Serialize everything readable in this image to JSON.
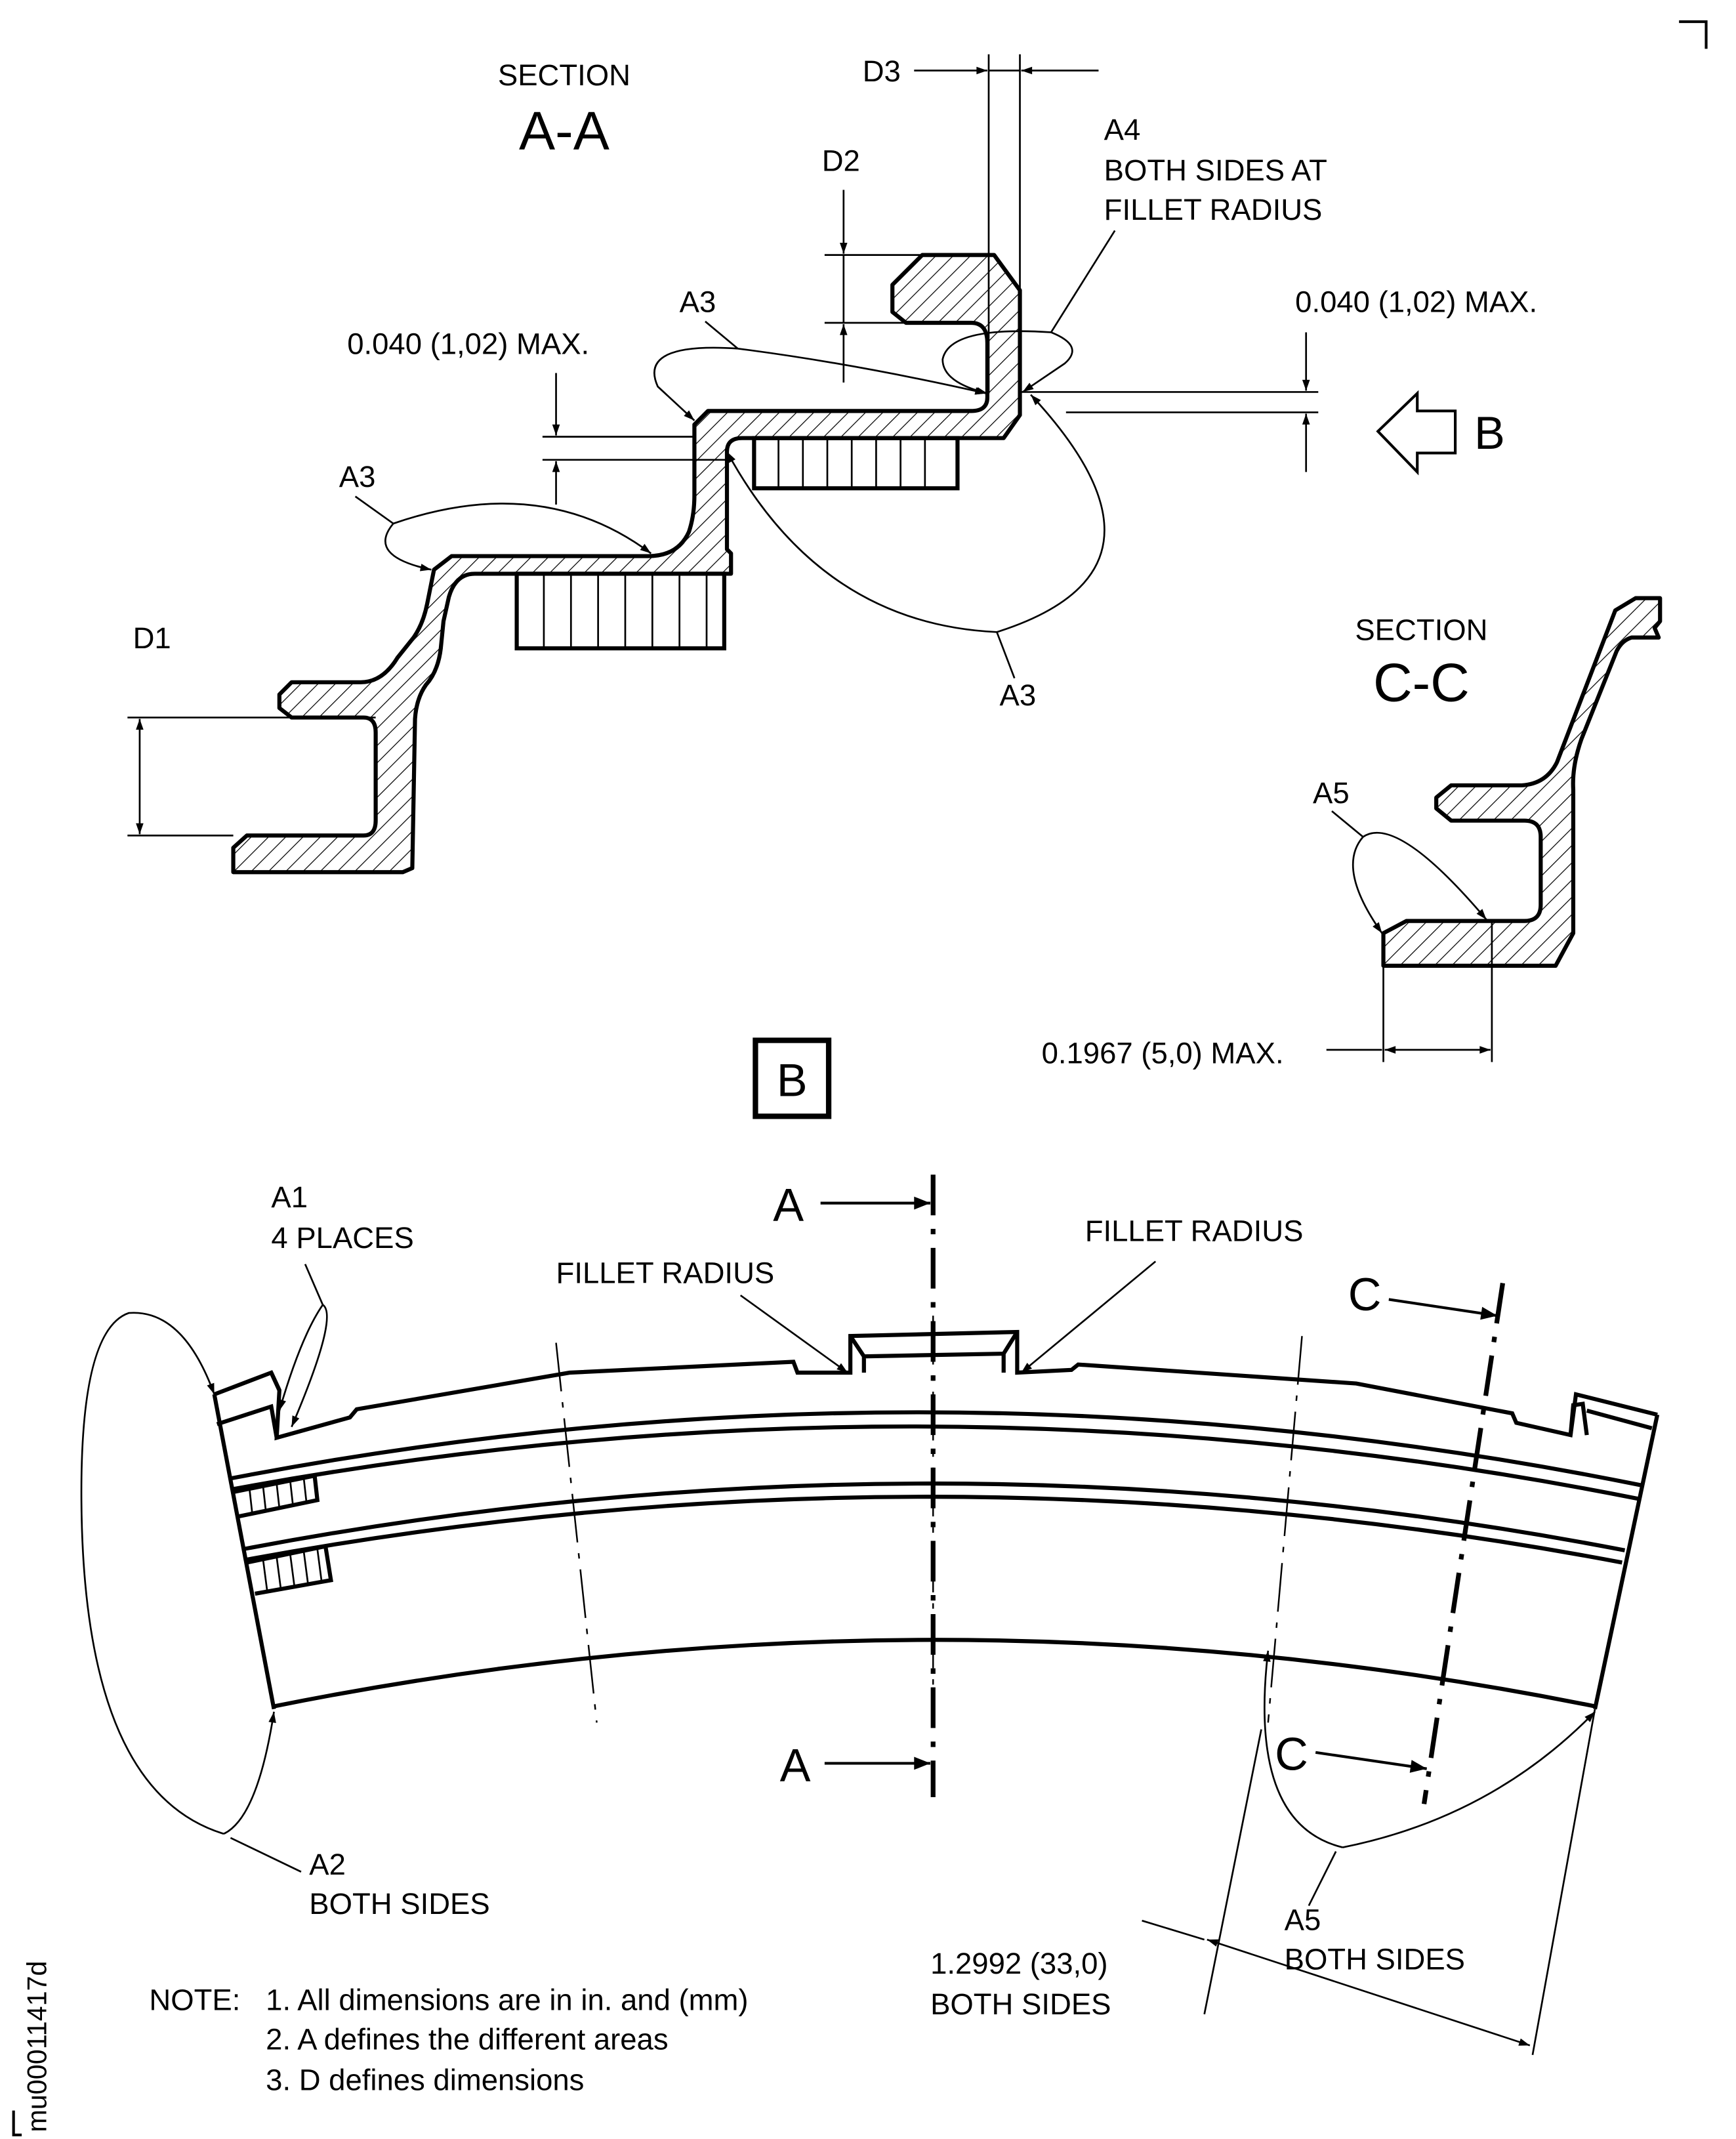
{
  "drawing": {
    "section_aa": {
      "title": "SECTION",
      "name": "A-A"
    },
    "section_cc": {
      "title": "SECTION",
      "name": "C-C"
    },
    "dimensions": {
      "d1": "D1",
      "d2": "D2",
      "d3": "D3",
      "max_left": "0.040 (1,02) MAX.",
      "max_right": "0.040 (1,02) MAX.",
      "max_cc": "0.1967 (5,0) MAX.",
      "width_line1": "1.2992 (33,0)",
      "width_line2": "BOTH SIDES"
    },
    "areas": {
      "a3_top": "A3",
      "a3_left": "A3",
      "a3_bottom": "A3",
      "a4_line1": "A4",
      "a4_line2": "BOTH SIDES AT",
      "a4_line3": "FILLET RADIUS",
      "a5_cc": "A5",
      "a1_line1": "A1",
      "a1_line2": "4 PLACES",
      "a2_line1": "A2",
      "a2_line2": "BOTH SIDES",
      "a5_line1": "A5",
      "a5_line2": "BOTH SIDES"
    },
    "view_b": {
      "arrow_label": "B",
      "box_label": "B"
    },
    "fillet_left": "FILLET RADIUS",
    "fillet_right": "FILLET RADIUS",
    "cut_labels": {
      "a_top": "A",
      "a_bottom": "A",
      "c_top": "C",
      "c_bottom": "C"
    },
    "notes": {
      "prefix": "NOTE:",
      "items": [
        "1. All dimensions are in in. and (mm)",
        "2. A defines the different areas",
        "3. D defines dimensions"
      ]
    },
    "drawing_id": "mu00011417d"
  }
}
